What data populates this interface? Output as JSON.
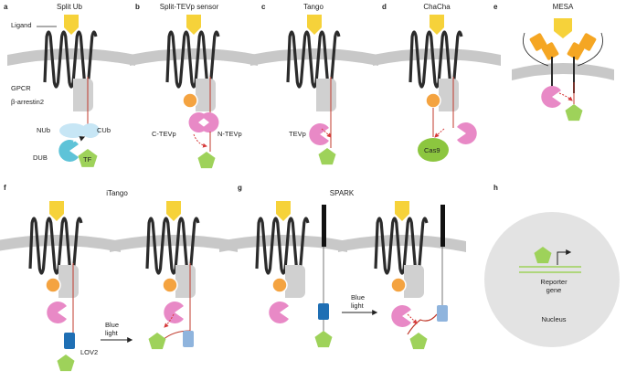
{
  "panels": {
    "a": {
      "letter": "a",
      "title": "Split Ub",
      "labels": {
        "ligand": "Ligand",
        "gpcr": "GPCR",
        "arrestin": "β-arrestin2",
        "nub": "NUb",
        "cub": "CUb",
        "dub": "DUB",
        "tf": "TF"
      }
    },
    "b": {
      "letter": "b",
      "title": "Split-TEVp sensor",
      "labels": {
        "ctevp": "C-TEVp",
        "ntevp": "N-TEVp"
      }
    },
    "c": {
      "letter": "c",
      "title": "Tango",
      "labels": {
        "tevp": "TEVp"
      }
    },
    "d": {
      "letter": "d",
      "title": "ChaCha",
      "labels": {
        "cas9": "Cas9"
      }
    },
    "e": {
      "letter": "e",
      "title": "MESA"
    },
    "f": {
      "letter": "f",
      "title": "iTango",
      "labels": {
        "blue_light": [
          "Blue",
          "light"
        ],
        "lov2": "LOV2"
      }
    },
    "g": {
      "letter": "g",
      "title": "SPARK",
      "labels": {
        "blue_light": [
          "Blue",
          "light"
        ]
      }
    },
    "h": {
      "letter": "h",
      "labels": {
        "reporter": [
          "Reporter",
          "gene"
        ],
        "nucleus": "Nucleus"
      }
    }
  },
  "colors": {
    "membrane": "#c8c8c8",
    "receptor": "#2b2b2b",
    "ligand": "#f6d23a",
    "arrestin": "#d0d0d0",
    "arrestin_ball": "#f4a340",
    "tevp": "#e889c6",
    "tf": "#9ed25a",
    "ub": "#c7e6f5",
    "dub": "#5ec3d8",
    "cas9": "#8cc63f",
    "lov2_dark": "#1f6fb4",
    "lov2_light": "#8fb4dd",
    "mesa": "#f5a623",
    "nucleus": "#e3e3e3",
    "reporter_line": "#9ed25a",
    "cleave_arrow": "#d63a3a"
  }
}
